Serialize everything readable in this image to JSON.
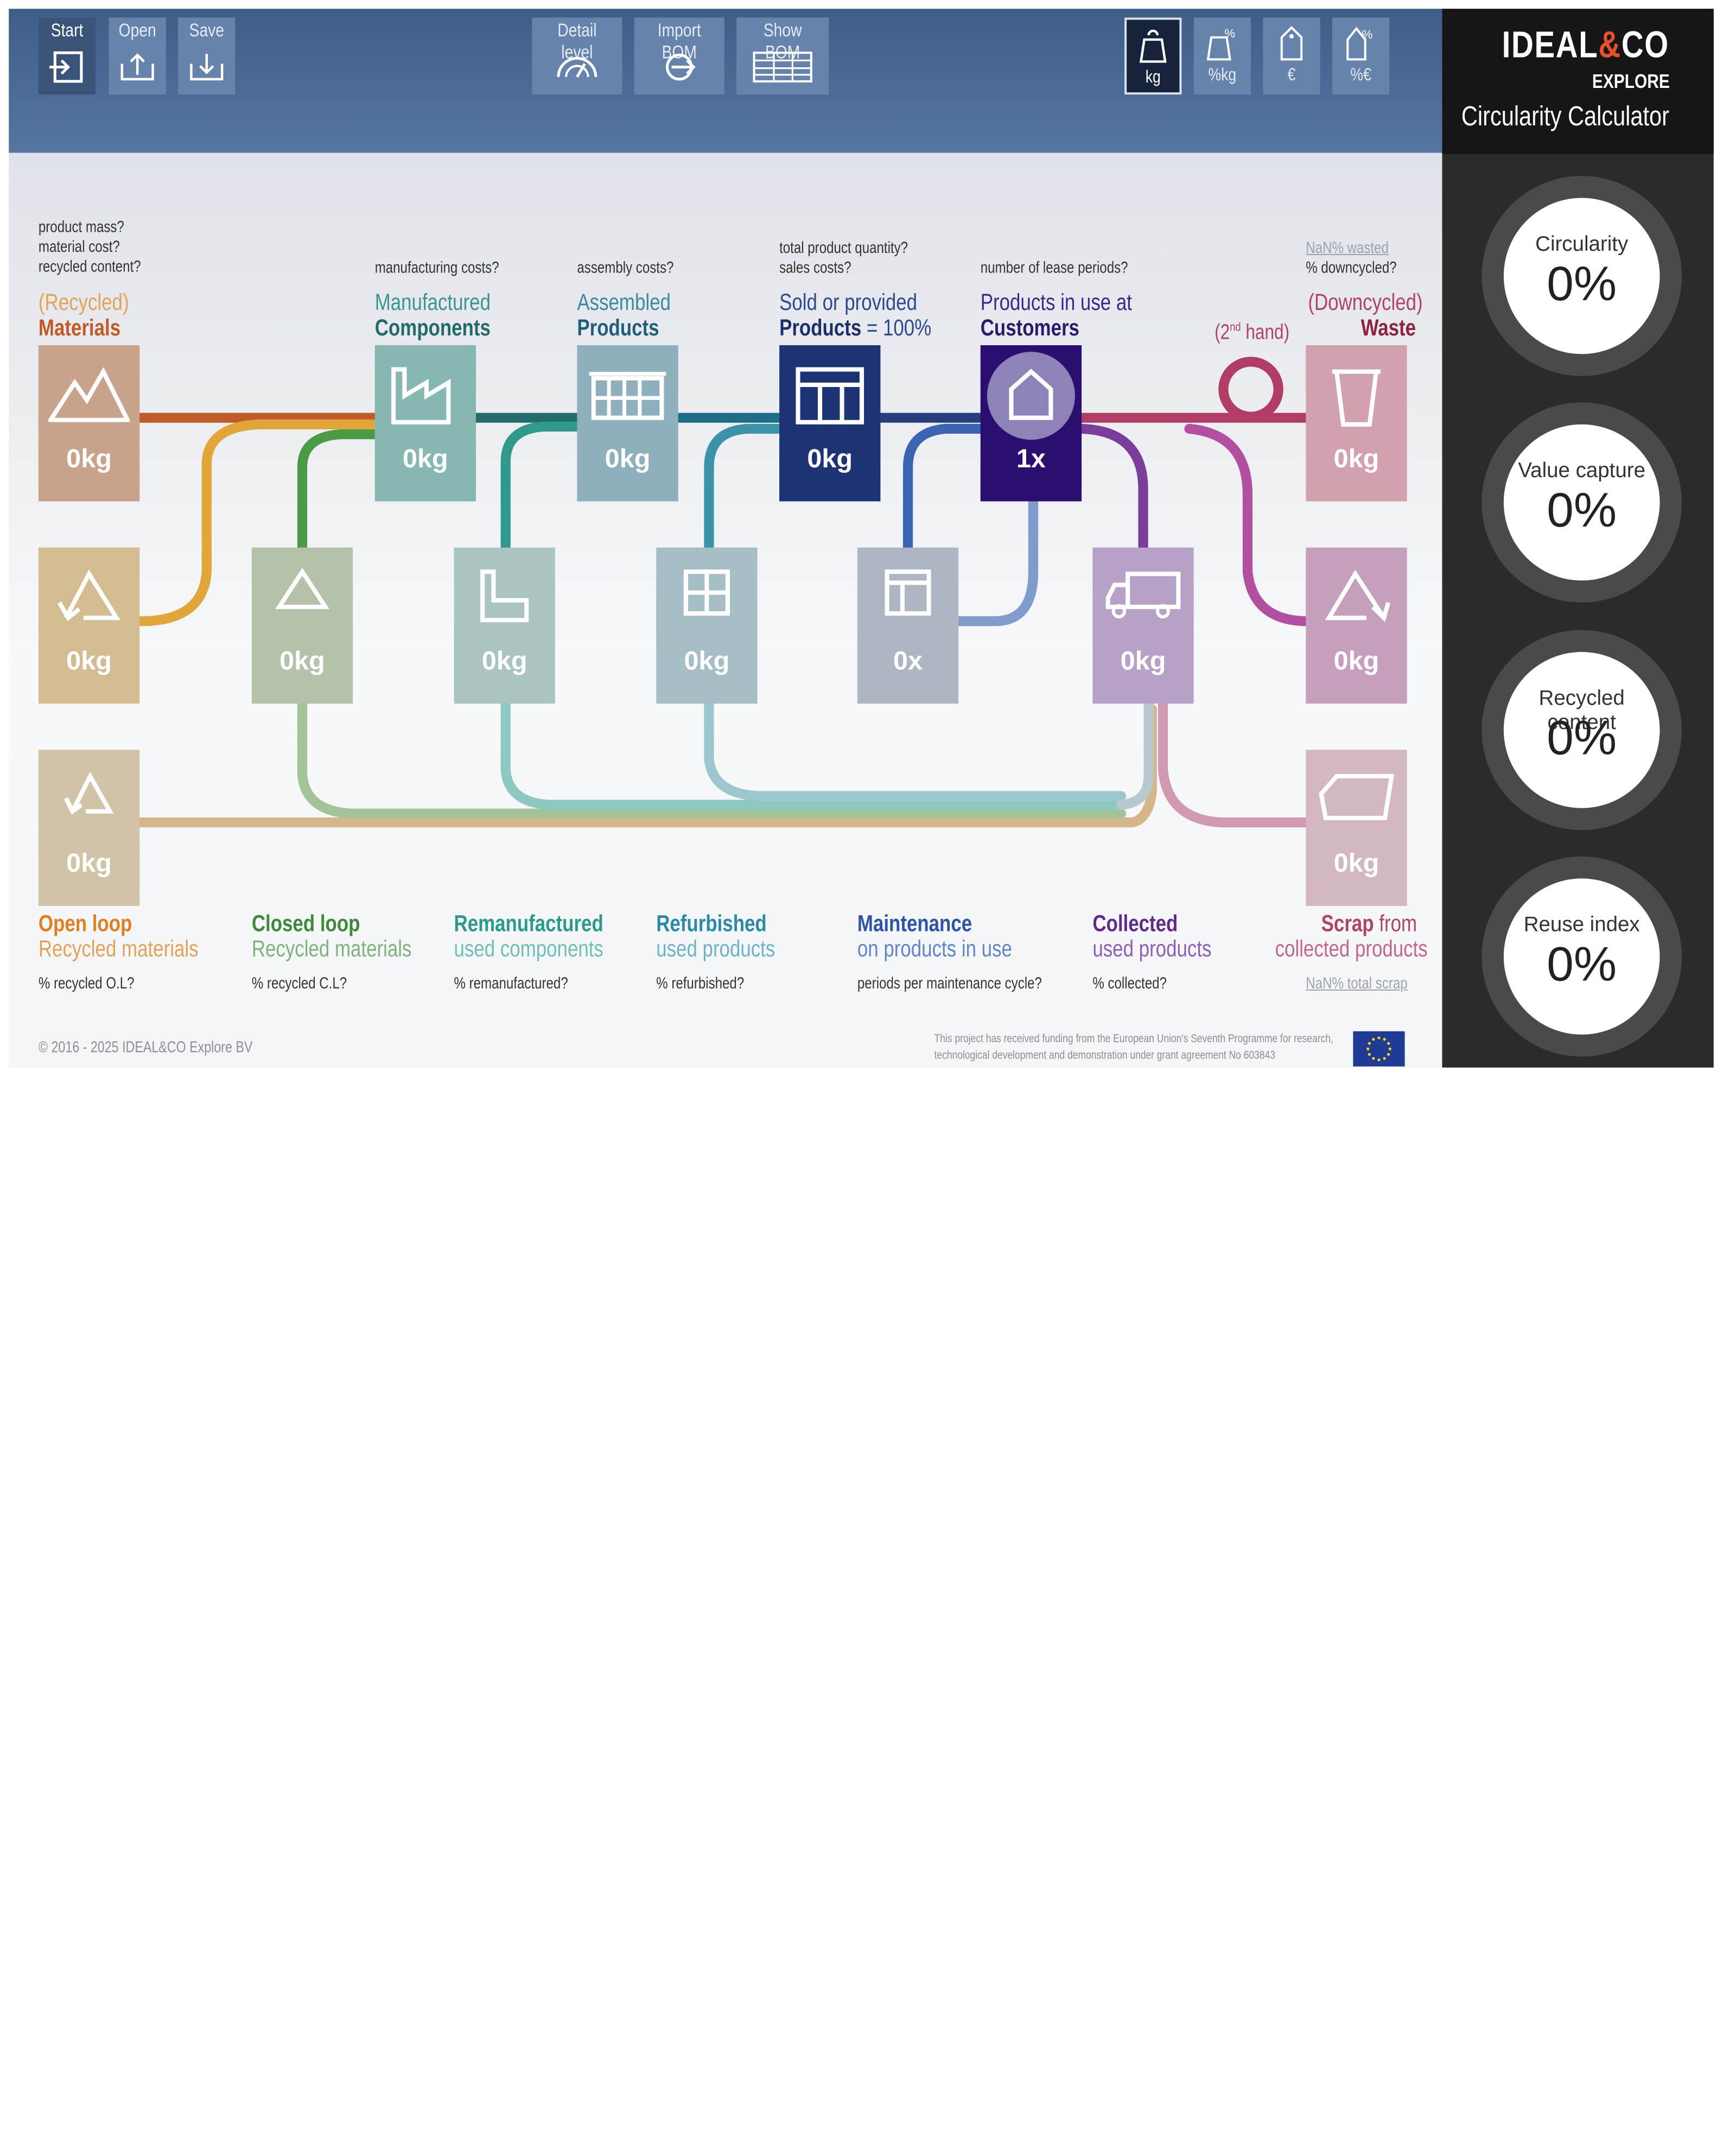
{
  "toolbar": {
    "start": "Start",
    "open": "Open",
    "save": "Save",
    "detail_level": "Detail level",
    "import_bom": "Import BOM",
    "show_bom": "Show BOM",
    "kg": "kg",
    "pct_kg": "%kg",
    "eur": "€",
    "pct_eur": "%€"
  },
  "brand": {
    "logo_left": "IDEAL",
    "logo_amp": "&",
    "logo_right": "CO",
    "explore": "EXPLORE",
    "subtitle": "Circularity Calculator"
  },
  "gauges": [
    {
      "label": "Circularity",
      "value": "0%"
    },
    {
      "label": "Value capture",
      "value": "0%"
    },
    {
      "label": "Recycled content",
      "value": "0%"
    },
    {
      "label": "Reuse index",
      "value": "0%"
    }
  ],
  "stages": {
    "materials": {
      "q1": "product mass?",
      "q2": "material cost?",
      "q3": "recycled content?",
      "title1": "(Recycled)",
      "title2": "Materials",
      "value": "0kg"
    },
    "components": {
      "q1": "manufacturing costs?",
      "title1": "Manufactured",
      "title2": "Components",
      "value": "0kg"
    },
    "products": {
      "q1": "assembly costs?",
      "title1": "Assembled",
      "title2": "Products",
      "value": "0kg"
    },
    "sold": {
      "q1": "total product quantity?",
      "q2": "sales costs?",
      "title1": "Sold or provided",
      "title2": "Products",
      "title2b": " = 100%",
      "value": "0kg"
    },
    "customers": {
      "q1": "number of lease periods?",
      "title1": "Products in use at",
      "title2": "Customers",
      "value": "1x"
    },
    "waste": {
      "q1": "NaN% wasted",
      "q2": "% downcycled?",
      "title1": "(Downcycled)",
      "title2": "Waste",
      "value": "0kg",
      "second_hand_a": "(2",
      "second_hand_sup": "nd",
      "second_hand_b": " hand)"
    }
  },
  "loops": {
    "open_loop": {
      "title1": "Open loop",
      "title2": "Recycled materials",
      "q": "% recycled O.L?",
      "value_mid": "0kg",
      "value_low": "0kg"
    },
    "closed_loop": {
      "title1": "Closed loop",
      "title2": "Recycled materials",
      "q": "% recycled C.L?",
      "value": "0kg"
    },
    "remanufactured": {
      "title1": "Remanufactured",
      "title2": "used components",
      "q": "% remanufactured?",
      "value": "0kg"
    },
    "refurbished": {
      "title1": "Refurbished",
      "title2": "used products",
      "q": "% refurbished?",
      "value": "0kg"
    },
    "maintenance": {
      "title1": "Maintenance",
      "title2": "on products in use",
      "q": "periods per maintenance cycle?",
      "value": "0x"
    },
    "collected": {
      "title1": "Collected",
      "title2": "used products",
      "q": "% collected?",
      "value": "0kg"
    },
    "downcycle": {
      "value": "0kg"
    },
    "scrap": {
      "title1a": "Scrap",
      "title1b": " from",
      "title2": "collected products",
      "q": "NaN% total scrap",
      "value": "0kg"
    }
  },
  "footer": {
    "copyright": "© 2016 - 2025 IDEAL&CO Explore BV",
    "funding1": "This project has received funding from the European Union's Seventh Programme for research,",
    "funding2": "technological development and demonstration under grant agreement No 603843"
  }
}
